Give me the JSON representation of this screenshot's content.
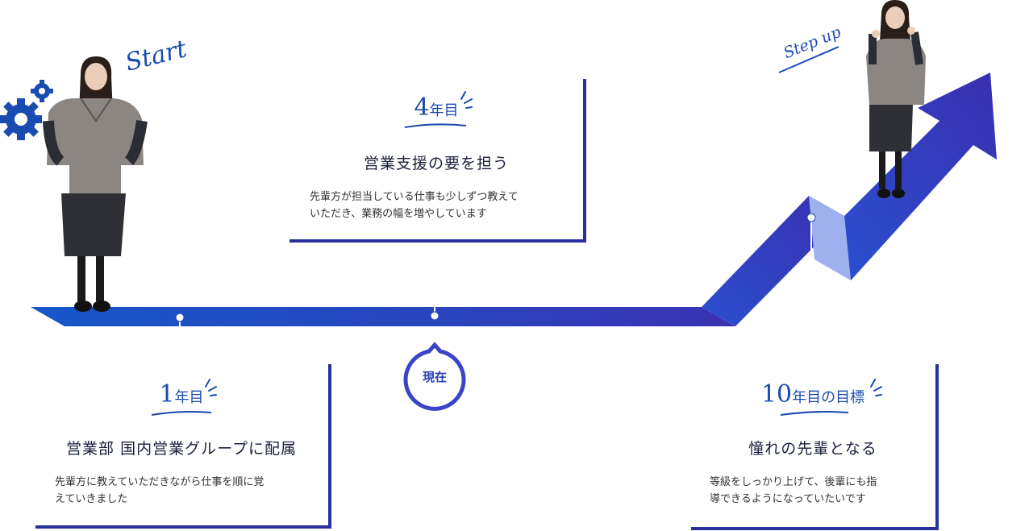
{
  "start_label": "Start",
  "stepup_label": "Step up",
  "now_label": "現在",
  "cards": [
    {
      "year_num": "1",
      "year_unit": "年目",
      "title": "営業部 国内営業グループに配属",
      "desc_line1": "先輩方に教えていただきながら仕事を順に覚",
      "desc_line2": "えていきました"
    },
    {
      "year_num": "4",
      "year_unit": "年目",
      "title": "営業支援の要を担う",
      "desc_line1": "先輩方が担当している仕事も少しずつ教えて",
      "desc_line2": "いただき、業務の幅を増やしています"
    },
    {
      "year_num": "10",
      "year_unit": "年目の目標",
      "title": "憧れの先輩となる",
      "desc_line1": "等級をしっかり上げて、後輩にも指",
      "desc_line2": "導できるようになっていたいです"
    }
  ],
  "colors": {
    "accent": "#1a4bb0",
    "arrow_start": "#1a5fd0",
    "arrow_end": "#3a33b0",
    "navy": "#2a2f9e"
  }
}
